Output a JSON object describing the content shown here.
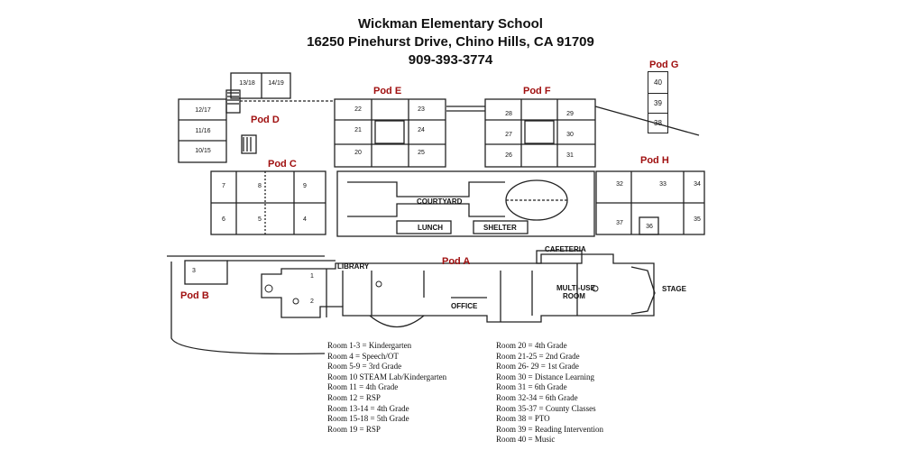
{
  "header": {
    "school": "Wickman Elementary School",
    "address": "16250 Pinehurst Drive, Chino Hills, CA 91709",
    "phone": "909-393-3774"
  },
  "pods": {
    "a": "Pod A",
    "b": "Pod B",
    "c": "Pod C",
    "d": "Pod D",
    "e": "Pod E",
    "f": "Pod F",
    "g": "Pod G",
    "h": "Pod H"
  },
  "areas": {
    "courtyard": "COURTYARD",
    "lunch": "LUNCH",
    "shelter": "SHELTER",
    "library": "LIBRARY",
    "office": "OFFICE",
    "cafeteria": "CAFETERIA",
    "multi_use": "MULTI-USE",
    "room": "ROOM",
    "stage": "STAGE"
  },
  "rooms": {
    "r1": "1",
    "r2": "2",
    "r3": "3",
    "r4": "4",
    "r5": "5",
    "r6": "6",
    "r7": "7",
    "r8": "8",
    "r9": "9",
    "r10_15": "10/15",
    "r11_16": "11/16",
    "r12_17": "12/17",
    "r13_18": "13/18",
    "r14_19": "14/19",
    "r20": "20",
    "r21": "21",
    "r22": "22",
    "r23": "23",
    "r24": "24",
    "r25": "25",
    "r26": "26",
    "r27": "27",
    "r28": "28",
    "r29": "29",
    "r30": "30",
    "r31": "31",
    "r32": "32",
    "r33": "33",
    "r34": "34",
    "r35": "35",
    "r36": "36",
    "r37": "37",
    "r38": "38",
    "r39": "39",
    "r40": "40"
  },
  "legend_left": [
    "Room 1-3 = Kindergarten",
    "Room 4 = Speech/OT",
    "Room 5-9 = 3rd Grade",
    "Room 10 STEAM Lab/Kindergarten",
    "Room 11 = 4th Grade",
    "Room 12 = RSP",
    "Room 13-14 = 4th Grade",
    "Room 15-18 = 5th Grade",
    "Room 19 = RSP"
  ],
  "legend_right": [
    "Room 20 = 4th Grade",
    "Room 21-25 = 2nd Grade",
    "Room 26- 29 = 1st Grade",
    "Room 30 = Distance Learning",
    "Room 31 = 6th Grade",
    "Room 32-34 = 6th Grade",
    "Room 35-37 = County Classes",
    "Room 38 = PTO",
    "Room 39 = Reading Intervention",
    "Room 40 = Music"
  ]
}
